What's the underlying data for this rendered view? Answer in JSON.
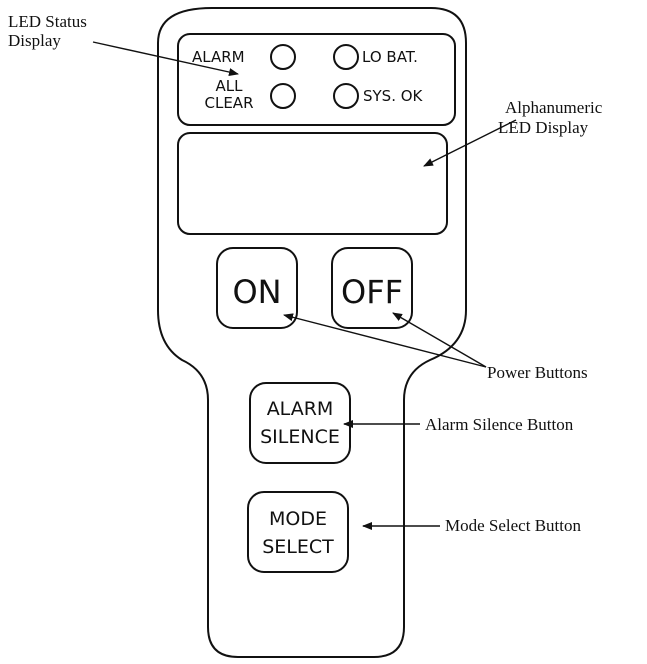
{
  "device": {
    "leds": {
      "alarm": "ALARM",
      "lo_bat": "LO BAT.",
      "all_clear_line1": "ALL",
      "all_clear_line2": "CLEAR",
      "sys_ok": "SYS. OK"
    },
    "buttons": {
      "on": "ON",
      "off": "OFF",
      "alarm_silence_line1": "ALARM",
      "alarm_silence_line2": "SILENCE",
      "mode_select_line1": "MODE",
      "mode_select_line2": "SELECT"
    }
  },
  "callouts": {
    "led_status_line1": "LED Status",
    "led_status_line2": "Display",
    "alphanumeric_line1": "Alphanumeric",
    "alphanumeric_line2": "LED Display",
    "power_buttons": "Power Buttons",
    "alarm_silence_button": "Alarm Silence Button",
    "mode_select_button": "Mode Select Button"
  }
}
